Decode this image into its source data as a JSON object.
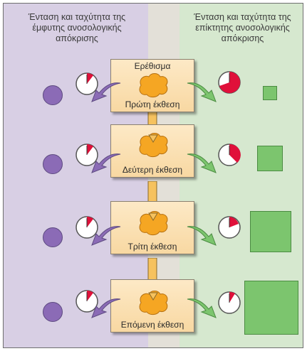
{
  "headers": {
    "left": [
      "Ένταση και ταχύτητα της",
      "έμφυτης ανοσολογικής",
      "απόκρισης"
    ],
    "right": [
      "Ένταση και ταχύτητα της",
      "επίκτητης ανοσολογικής",
      "απόκρισης"
    ]
  },
  "stages": [
    {
      "top_label": "Ερέθισμα",
      "bottom_label": "Πρώτη έκθεση"
    },
    {
      "top_label": "",
      "bottom_label": "Δεύτερη έκθεση"
    },
    {
      "top_label": "",
      "bottom_label": "Τρίτη έκθεση"
    },
    {
      "top_label": "",
      "bottom_label": "Επόμενη έκθεση"
    }
  ],
  "colors": {
    "innate_panel": "#d8cfe4",
    "adaptive_panel": "#d6e8cf",
    "stage_box": "#fbe2b4",
    "stimulus": "#f5a623",
    "innate_marker": "#8b6bb6",
    "adaptive_marker": "#7cc56e",
    "clock_wedge": "#e0103a"
  },
  "icons": {
    "stimulus": "cloud-blob",
    "timer": "clock-icon",
    "innate_response": "circle",
    "adaptive_response": "square"
  }
}
